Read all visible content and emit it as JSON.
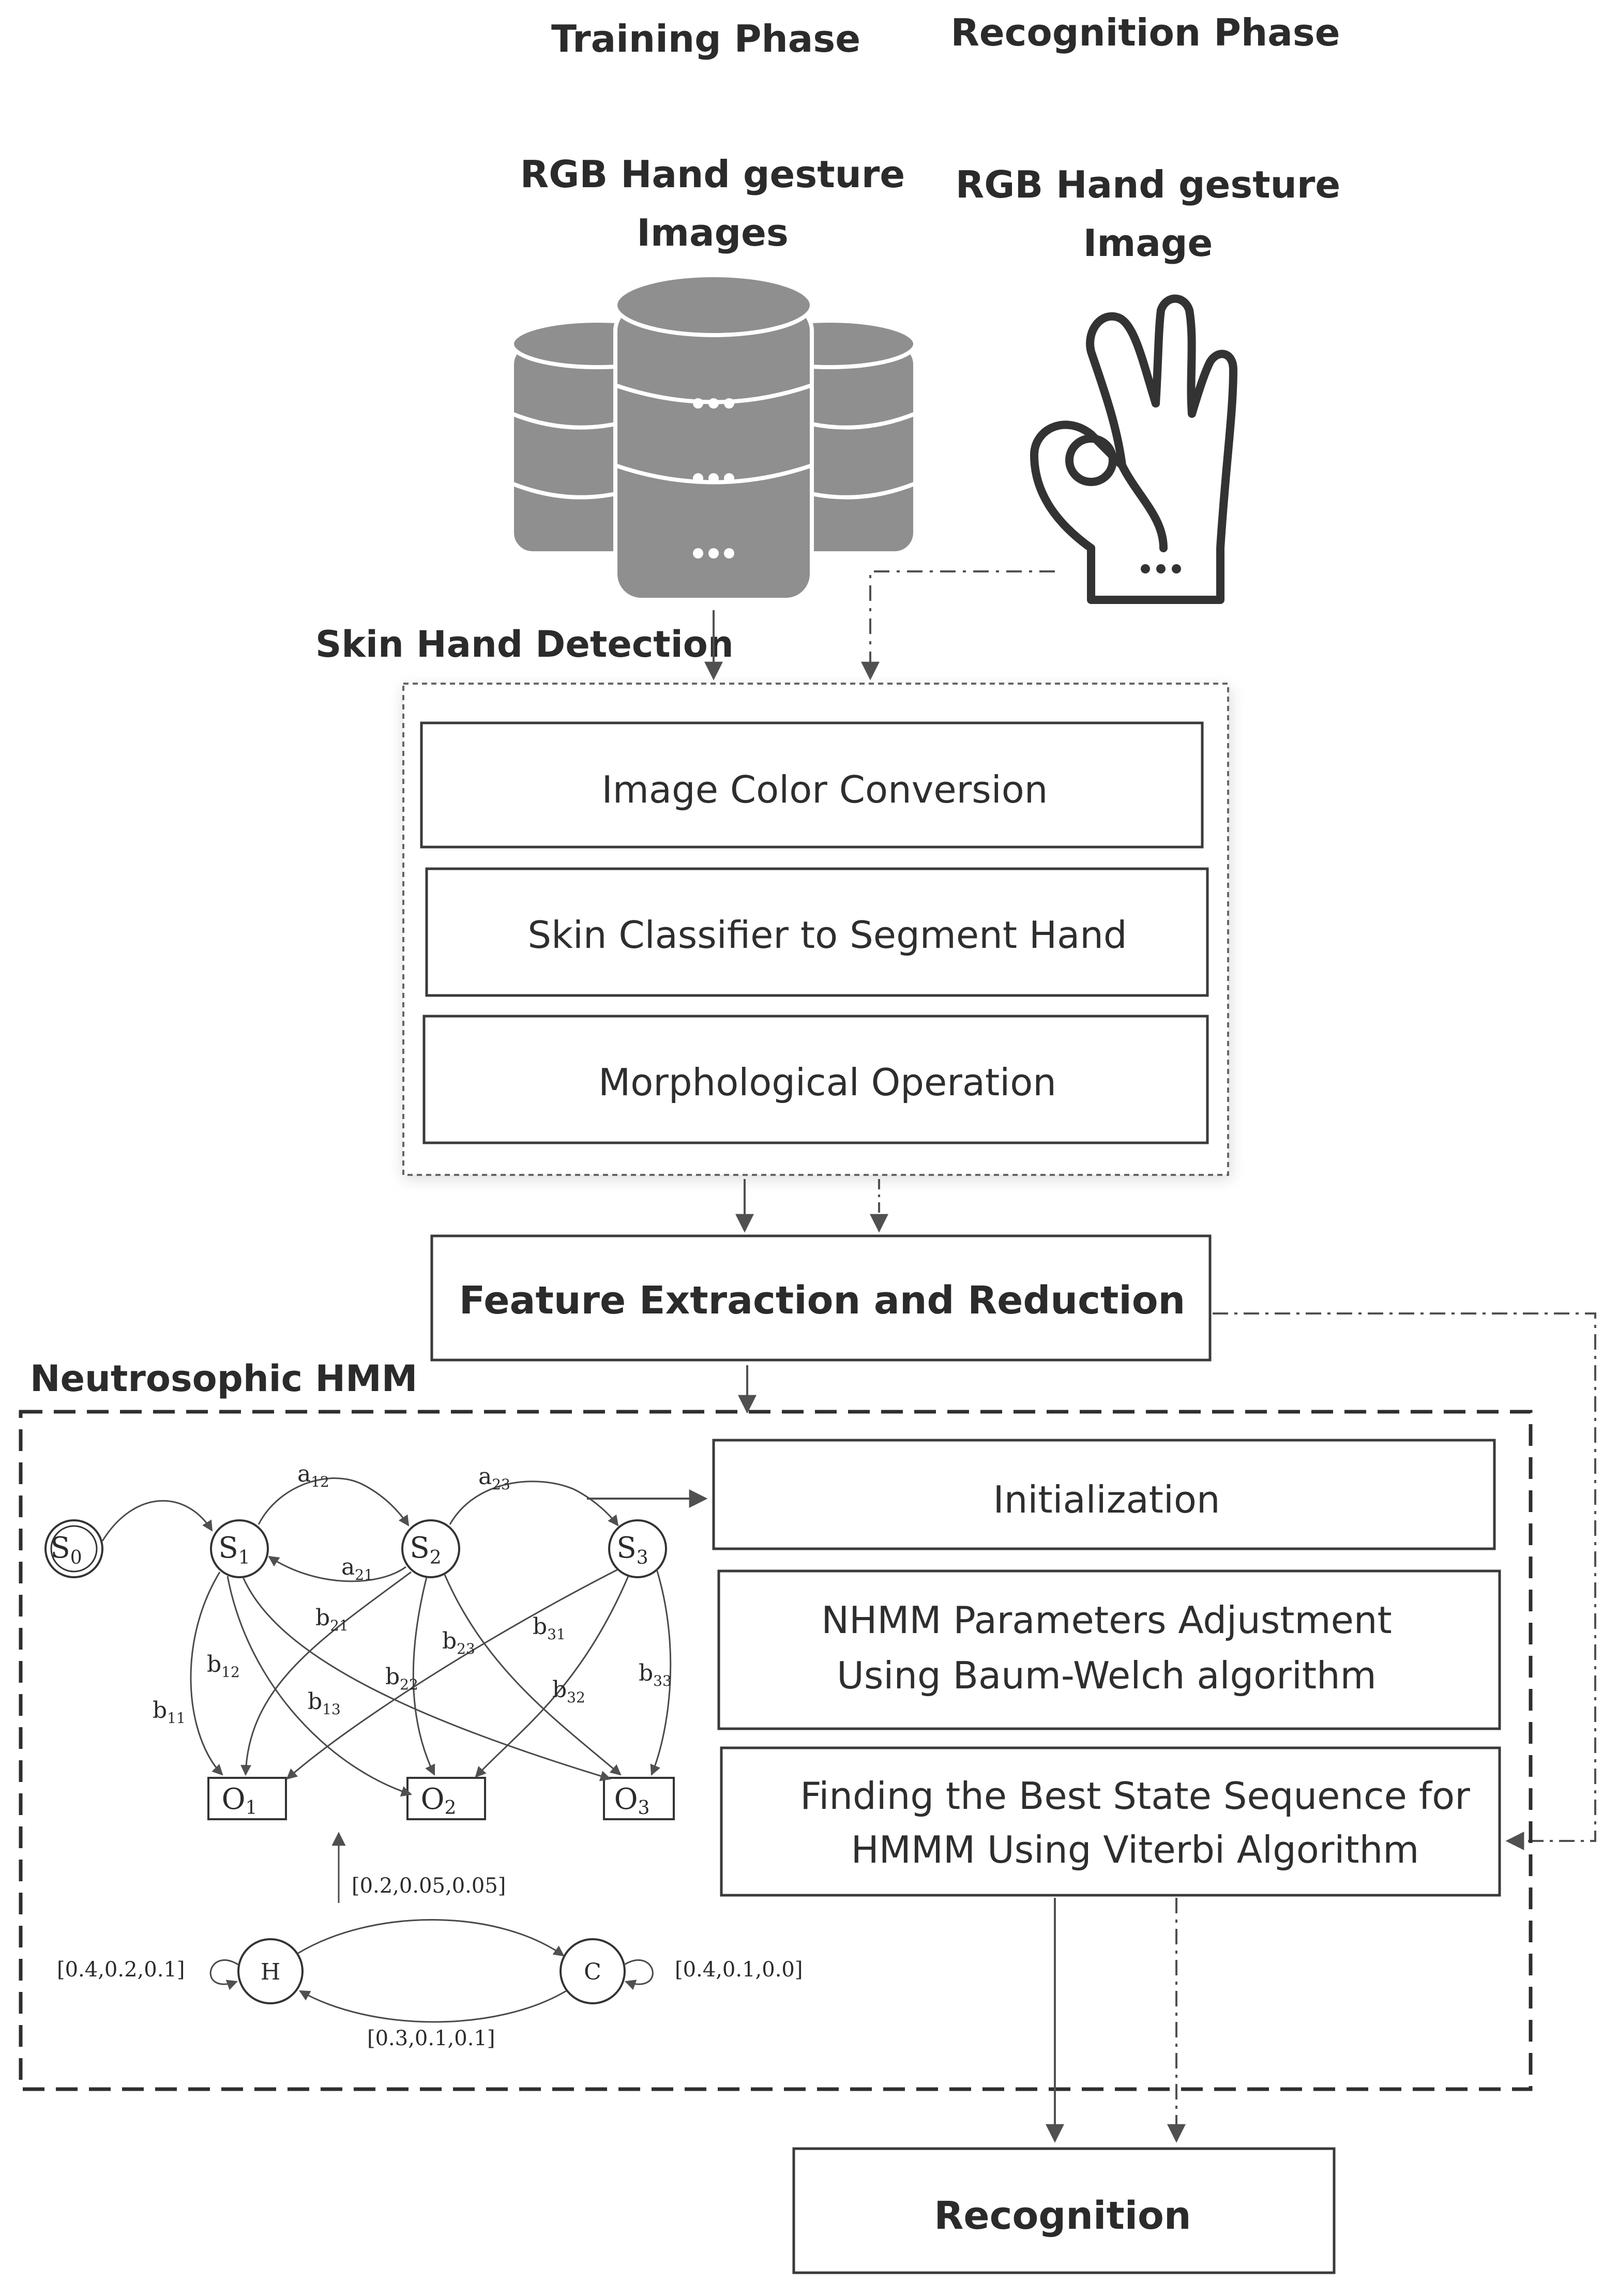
{
  "headers": {
    "training": "Training Phase",
    "recognition": "Recognition Phase"
  },
  "training_input": {
    "line1": "RGB Hand gesture",
    "line2": "Images",
    "icon": "database-icon"
  },
  "recognition_input": {
    "line1": "RGB Hand gesture",
    "line2": "Image",
    "icon": "ok-hand-gesture-icon"
  },
  "skin_detection": {
    "label": "Skin Hand Detection",
    "steps": [
      "Image Color Conversion",
      "Skin Classifier to Segment Hand",
      "Morphological Operation"
    ]
  },
  "feature_extraction": "Feature Extraction and Reduction",
  "nhmm": {
    "label": "Neutrosophic HMM",
    "steps": {
      "init": "Initialization",
      "adjust_1": "NHMM Parameters Adjustment",
      "adjust_2": "Using Baum-Welch algorithm",
      "viterbi_1": "Finding the Best State Sequence for",
      "viterbi_2": "HMMM Using Viterbi Algorithm"
    },
    "states": {
      "s0": "0",
      "s1": "1",
      "s2": "2",
      "s3": "3",
      "s_prefix": "S"
    },
    "observations": {
      "prefix": "O",
      "o1": "1",
      "o2": "2",
      "o3": "3"
    },
    "transitions": {
      "a12": "12",
      "a21": "21",
      "a23": "23",
      "a_prefix": "a"
    },
    "emissions": {
      "b_prefix": "b",
      "b11": "11",
      "b12": "12",
      "b13": "13",
      "b21": "21",
      "b22": "22",
      "b23": "23",
      "b31": "31",
      "b32": "32",
      "b33": "33"
    },
    "hidden_chain": {
      "h": "H",
      "c": "C",
      "h_self": "[0.4,0.2,0.1]",
      "c_self": "[0.4,0.1,0.0]",
      "h_to_c": "[0.2,0.05,0.05]",
      "c_to_h": "[0.3,0.1,0.1]"
    }
  },
  "recognition": "Recognition",
  "colors": {
    "line": "#505050",
    "database": "#8f8f8f",
    "box_border": "#3a3a3a"
  }
}
